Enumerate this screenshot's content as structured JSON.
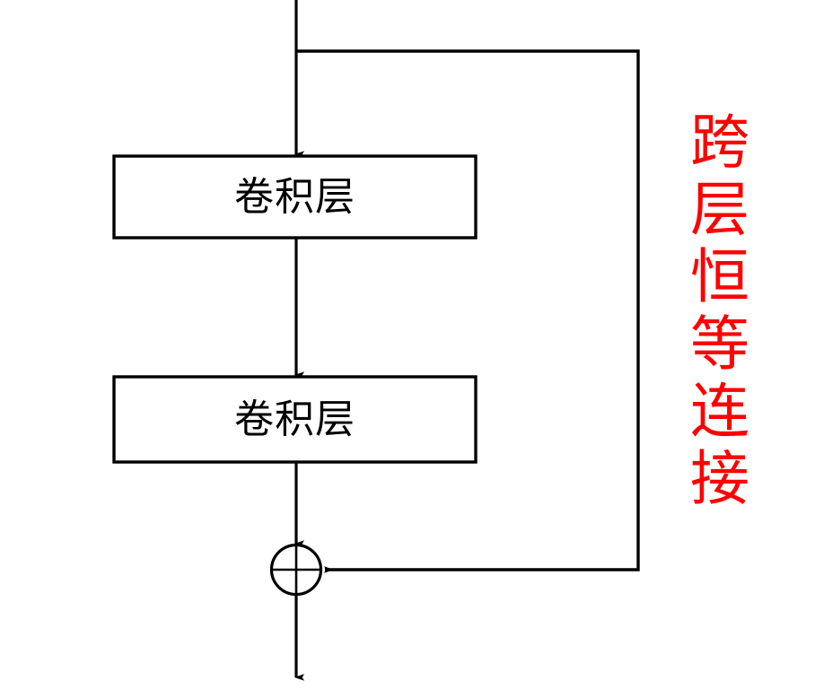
{
  "diagram": {
    "title": "residual-block-diagram",
    "background_color": "#ffffff",
    "line_color": "#000000",
    "accent_color": "#ff0000",
    "blocks": [
      {
        "id": "conv-1",
        "label": "卷积层"
      },
      {
        "id": "conv-2",
        "label": "卷积层"
      }
    ],
    "sum_node": {
      "symbol": "+",
      "name": "addition-node"
    },
    "annotation": {
      "text": "跨层恒等连接",
      "color": "#ff0000",
      "orientation": "vertical",
      "chars": [
        "跨",
        "层",
        "恒",
        "等",
        "连",
        "接"
      ]
    },
    "edges": [
      {
        "name": "input-arrow",
        "from": "input",
        "to": "conv-1"
      },
      {
        "name": "conv1-to-conv2-arrow",
        "from": "conv-1",
        "to": "conv-2"
      },
      {
        "name": "conv2-to-sum-arrow",
        "from": "conv-2",
        "to": "sum-node"
      },
      {
        "name": "skip-connection-path",
        "from": "input",
        "to": "sum-node"
      },
      {
        "name": "output-arrow",
        "from": "sum-node",
        "to": "output"
      }
    ]
  }
}
